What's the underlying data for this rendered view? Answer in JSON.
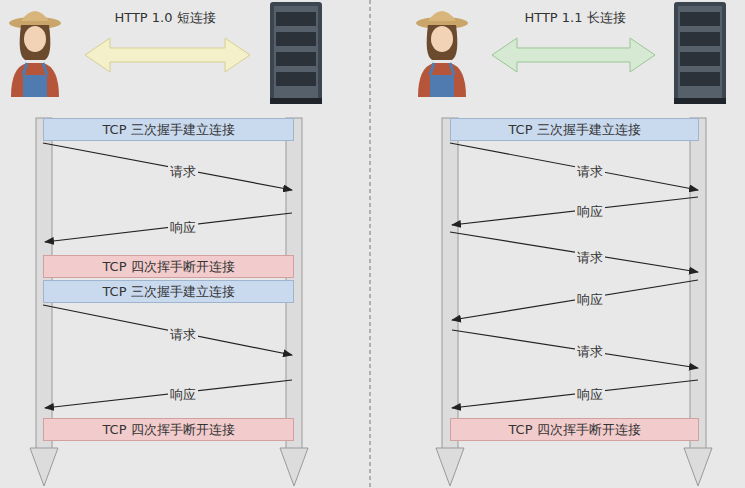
{
  "diagram": {
    "nodes": [
      {
        "text": [
          "TCP 三次握手建立连接"
        ]
      },
      {
        "text": [
          "TCP 四次挥手断开连接"
        ]
      },
      {
        "text": [
          "TCP 三次握手建立连接"
        ]
      },
      {
        "text": [
          "TCP 四次挥手断开连接"
        ]
      },
      {
        "text": [
          "TCP 三次握手建立连接"
        ]
      },
      {
        "text": [
          "TCP 四次挥手断开连接"
        ]
      }
    ],
    "labels": [
      "HTTP 1.0 短连接",
      "HTTP 1.1 长连接",
      "请求",
      "响应",
      "请求",
      "响应",
      "请求",
      "响应",
      "请求",
      "响应",
      "请求",
      "响应"
    ]
  }
}
